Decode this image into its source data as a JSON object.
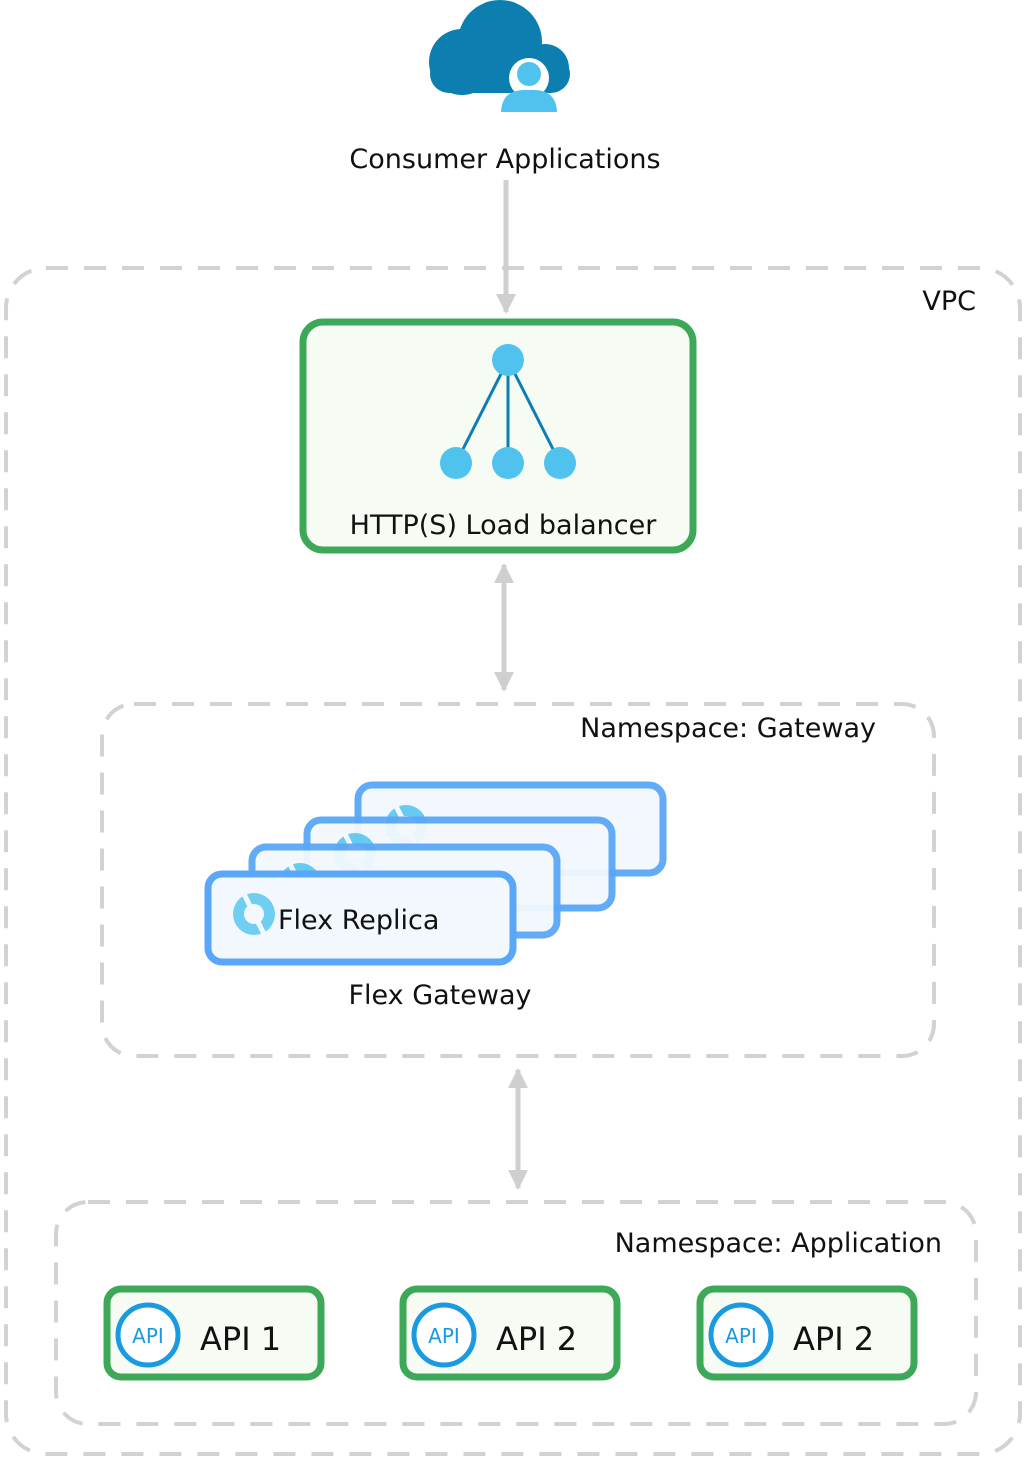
{
  "consumer": {
    "label": "Consumer Applications",
    "icon": "cloud-user-icon"
  },
  "vpc": {
    "label": "VPC"
  },
  "load_balancer": {
    "label": "HTTP(S) Load balancer",
    "icon": "load-balancer-tree-icon"
  },
  "gateway_namespace": {
    "label": "Namespace: Gateway",
    "replica_label": "Flex Replica",
    "gateway_label": "Flex Gateway",
    "replica_icon": "flex-gateway-icon"
  },
  "app_namespace": {
    "label": "Namespace: Application",
    "apis": [
      {
        "badge": "API",
        "label": "API 1"
      },
      {
        "badge": "API",
        "label": "API 2"
      },
      {
        "badge": "API",
        "label": "API 2"
      }
    ]
  },
  "colors": {
    "green": "#3da857",
    "green_fill": "#f6fbf3",
    "blue_card": "#5aa7f7",
    "blue_card_fill": "#f3f8fe",
    "light_blue": "#4fc3ee",
    "dark_blue": "#0c7fb0",
    "api_blue": "#1a9ae0",
    "dash_grey": "#d2d2d2",
    "arrow_grey": "#cfcfcf",
    "text": "#111111"
  }
}
